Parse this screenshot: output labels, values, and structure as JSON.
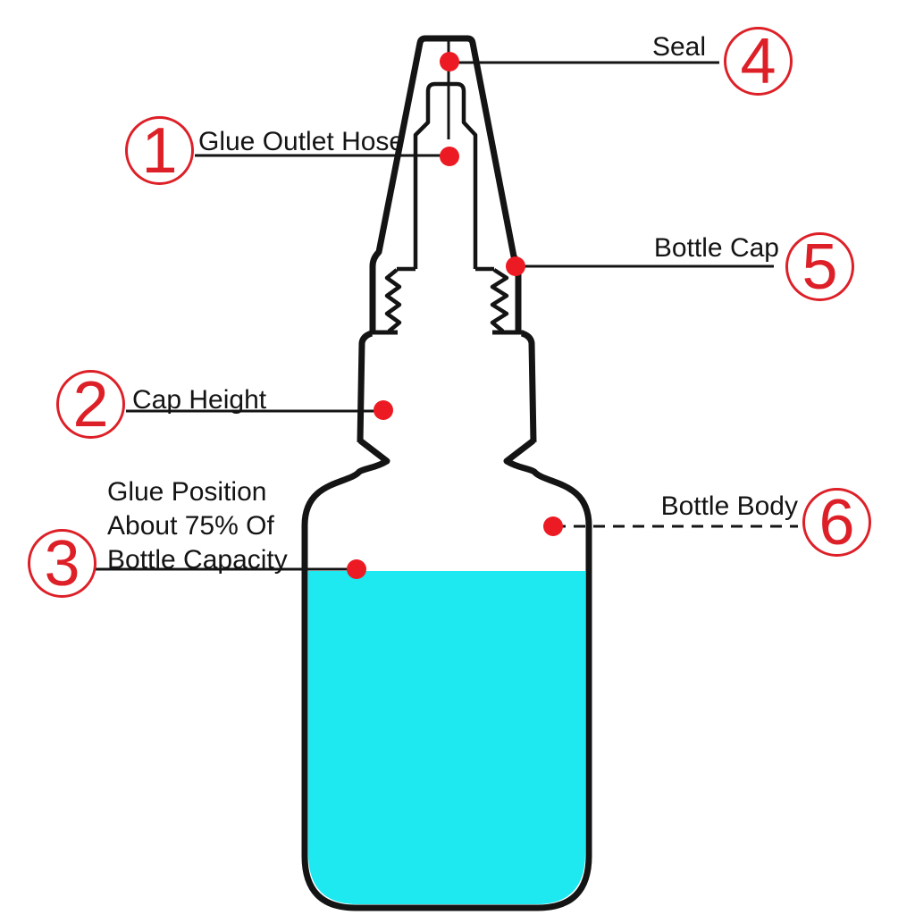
{
  "figure": {
    "type": "labeled-parts-diagram",
    "subject": "Glue bottle with nozzle cap, fill level shown at 75% capacity"
  },
  "colors": {
    "accent_red": "#dd2027",
    "dot_red": "#ec1b23",
    "liquid_cyan": "#1ee8f0",
    "ink": "#141414"
  },
  "callouts": [
    {
      "number": "1",
      "label": "Glue Outlet Hose"
    },
    {
      "number": "2",
      "label": "Cap Height"
    },
    {
      "number": "3",
      "label": "Glue Position About 75% Of Bottle Capacity",
      "label_lines": [
        "Glue Position",
        "About 75% Of",
        "Bottle Capacity"
      ]
    },
    {
      "number": "4",
      "label": "Seal"
    },
    {
      "number": "5",
      "label": "Bottle Cap"
    },
    {
      "number": "6",
      "label": "Bottle Body"
    }
  ]
}
